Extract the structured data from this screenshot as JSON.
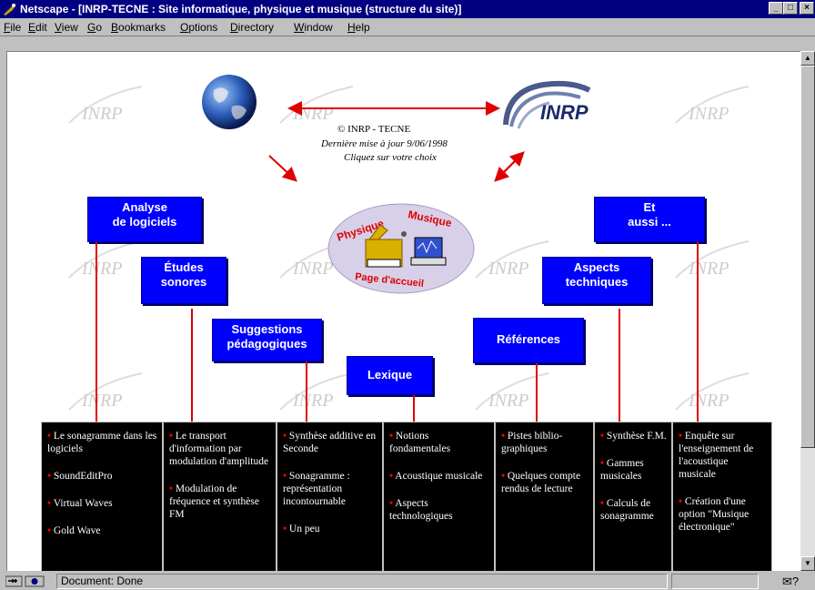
{
  "window": {
    "title": "Netscape - [INRP-TECNE : Site informatique, physique et musique (structure du site)]",
    "btn_min": "_",
    "btn_max": "□",
    "btn_close": "×"
  },
  "menu": [
    "File",
    "Edit",
    "View",
    "Go",
    "Bookmarks",
    "Options",
    "Directory",
    "Window",
    "Help"
  ],
  "header": {
    "copyright": "© INRP - TECNE",
    "update": "Dernière mise à jour  9/06/1998",
    "instruction": "Cliquez sur votre choix",
    "logo_text": "INRP",
    "watermark_text": "INRP"
  },
  "hub": {
    "word1": "Physique",
    "word2": "Musique",
    "word3": "Page d'accueil"
  },
  "nav": {
    "analyse": "Analyse\nde logiciels",
    "etudes": "Études\nsonores",
    "suggestions": "Suggestions\npédagogiques",
    "lexique": "Lexique",
    "references": "Références",
    "aspects": "Aspects\ntechniques",
    "et_aussi": "Et\naussi ..."
  },
  "bullet": "•",
  "columns": [
    [
      "Le sonagramme dans les logiciels",
      "SoundEditPro",
      "Virtual Waves",
      "Gold Wave"
    ],
    [
      "Le transport d'information par modulation d'amplitude",
      "Modulation de fréquence et synthèse FM"
    ],
    [
      "Synthèse additive en Seconde",
      "Sonagramme : représentation incontournable",
      "Un peu"
    ],
    [
      "Notions fondamentales",
      "Acoustique musicale",
      "Aspects technologiques"
    ],
    [
      "Pistes biblio-graphiques",
      "Quelques compte rendus de lecture"
    ],
    [
      "Synthèse F.M.",
      "Gammes musicales",
      "Calculs de sonagramme"
    ],
    [
      "Enquête sur l'enseignement de l'acoustique musicale",
      "Création d'une option \"Musique électronique\""
    ]
  ],
  "status": {
    "text": "Document: Done"
  },
  "colors": {
    "title_bar": "#000080",
    "nav_box": "#0000ff",
    "arrow": "#e00000",
    "column_bg": "#000000"
  }
}
